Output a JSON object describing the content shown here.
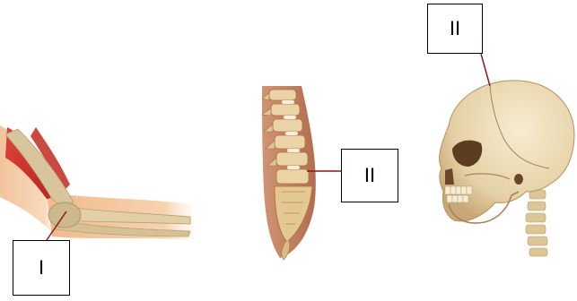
{
  "figure": {
    "panels": [
      {
        "id": "elbow",
        "label": "I"
      },
      {
        "id": "spine",
        "label": "II"
      },
      {
        "id": "skull",
        "label": "II"
      }
    ],
    "colors": {
      "bone": "#e9d7ae",
      "bone_shade": "#c9a877",
      "muscle": "#d9534a",
      "skin": "#f2c79a",
      "pointer": "#8a1a1a",
      "cartilage": "#f6eddc"
    }
  }
}
